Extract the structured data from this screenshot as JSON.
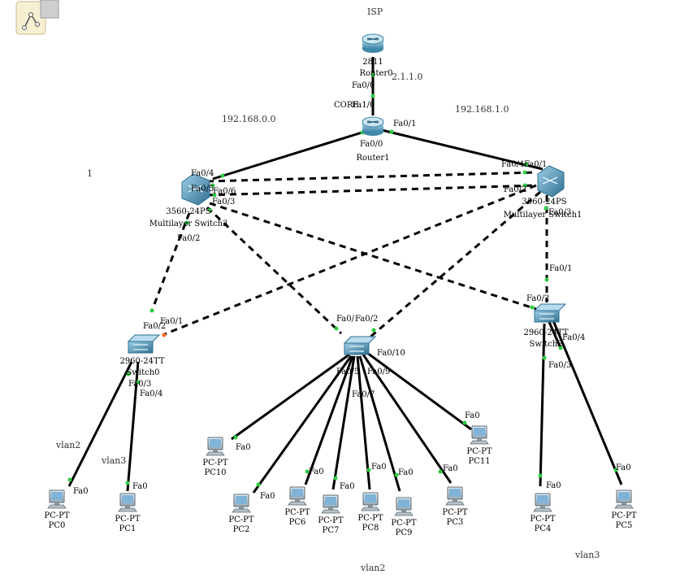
{
  "labels": {
    "isp": "ISP",
    "net_2110": "2.1.1.0",
    "net_1920": "192.168.0.0",
    "net_1921": "192.168.1.0",
    "core": "CORE",
    "one": "1",
    "vlan2_left": "vlan2",
    "vlan3_left": "vlan3",
    "vlan2_bottom": "vlan2",
    "vlan3_right": "vlan3"
  },
  "devices": {
    "router0": {
      "model": "2811",
      "name": "Router0"
    },
    "router1": {
      "model": "",
      "name": "Router1"
    },
    "mls3": {
      "model": "3560-24PS",
      "name": "Multilayer Switch3"
    },
    "mls1": {
      "model": "3560-24PS",
      "name": "Multilayer Switch1"
    },
    "sw0": {
      "model": "2960-24TT",
      "name": "Switch0"
    },
    "swc": {
      "model": "",
      "name": ""
    },
    "sw2": {
      "model": "2960-24TT",
      "name": "Switch2"
    },
    "pc0": {
      "type": "PC-PT",
      "name": "PC0"
    },
    "pc1": {
      "type": "PC-PT",
      "name": "PC1"
    },
    "pc10": {
      "type": "PC-PT",
      "name": "PC10"
    },
    "pc2": {
      "type": "PC-PT",
      "name": "PC2"
    },
    "pc6": {
      "type": "PC-PT",
      "name": "PC6"
    },
    "pc7": {
      "type": "PC-PT",
      "name": "PC7"
    },
    "pc8": {
      "type": "PC-PT",
      "name": "PC8"
    },
    "pc9": {
      "type": "PC-PT",
      "name": "PC9"
    },
    "pc3": {
      "type": "PC-PT",
      "name": "PC3"
    },
    "pc11": {
      "type": "PC-PT",
      "name": "PC11"
    },
    "pc4": {
      "type": "PC-PT",
      "name": "PC4"
    },
    "pc5": {
      "type": "PC-PT",
      "name": "PC5"
    }
  },
  "ports": {
    "r0_fa00": "Fa0/0",
    "r1_fa10": "Fa1/0",
    "r1_fa00": "Fa0/0",
    "r1_fa01": "Fa0/1",
    "m3_fa04": "Fa0/4",
    "m3_fa05": "Fa0/5",
    "m3_fa06": "Fa0/6",
    "m3_fa03": "Fa0/3",
    "m3_fa02": "Fa0/2",
    "m1_fa04": "Fa0/4",
    "m1_fa01": "Fa0/1",
    "m1_fa02": "Fa0/2",
    "m1_fa03": "Fa0/3",
    "s0_fa02": "Fa0/2",
    "s0_fa01": "Fa0/1",
    "s0_fa04": "Fa0/4",
    "s0_fa03": "Fa0/3",
    "sc_fa01": "Fa0/",
    "sc_fa02": "Fa0/2",
    "sc_fa10": "Fa0/10",
    "sc_fa05": "Fa0/5",
    "sc_fa09": "Fa0/9",
    "sc_fa07": "Fa0/7",
    "s2_fa01": "Fa0/1",
    "s2_fa02": "Fa0/2",
    "s2_fa04": "Fa0/4",
    "s2_fa03": "Fa0/3",
    "pc_fa0": "Fa0"
  },
  "colors": {
    "link": "#000000",
    "port_up": "#2ecc40",
    "port_blocked": "#ff6a1a",
    "router": "#5aa0c0",
    "switch": "#4d8fb0",
    "pc_screen": "#7fb4d8"
  }
}
